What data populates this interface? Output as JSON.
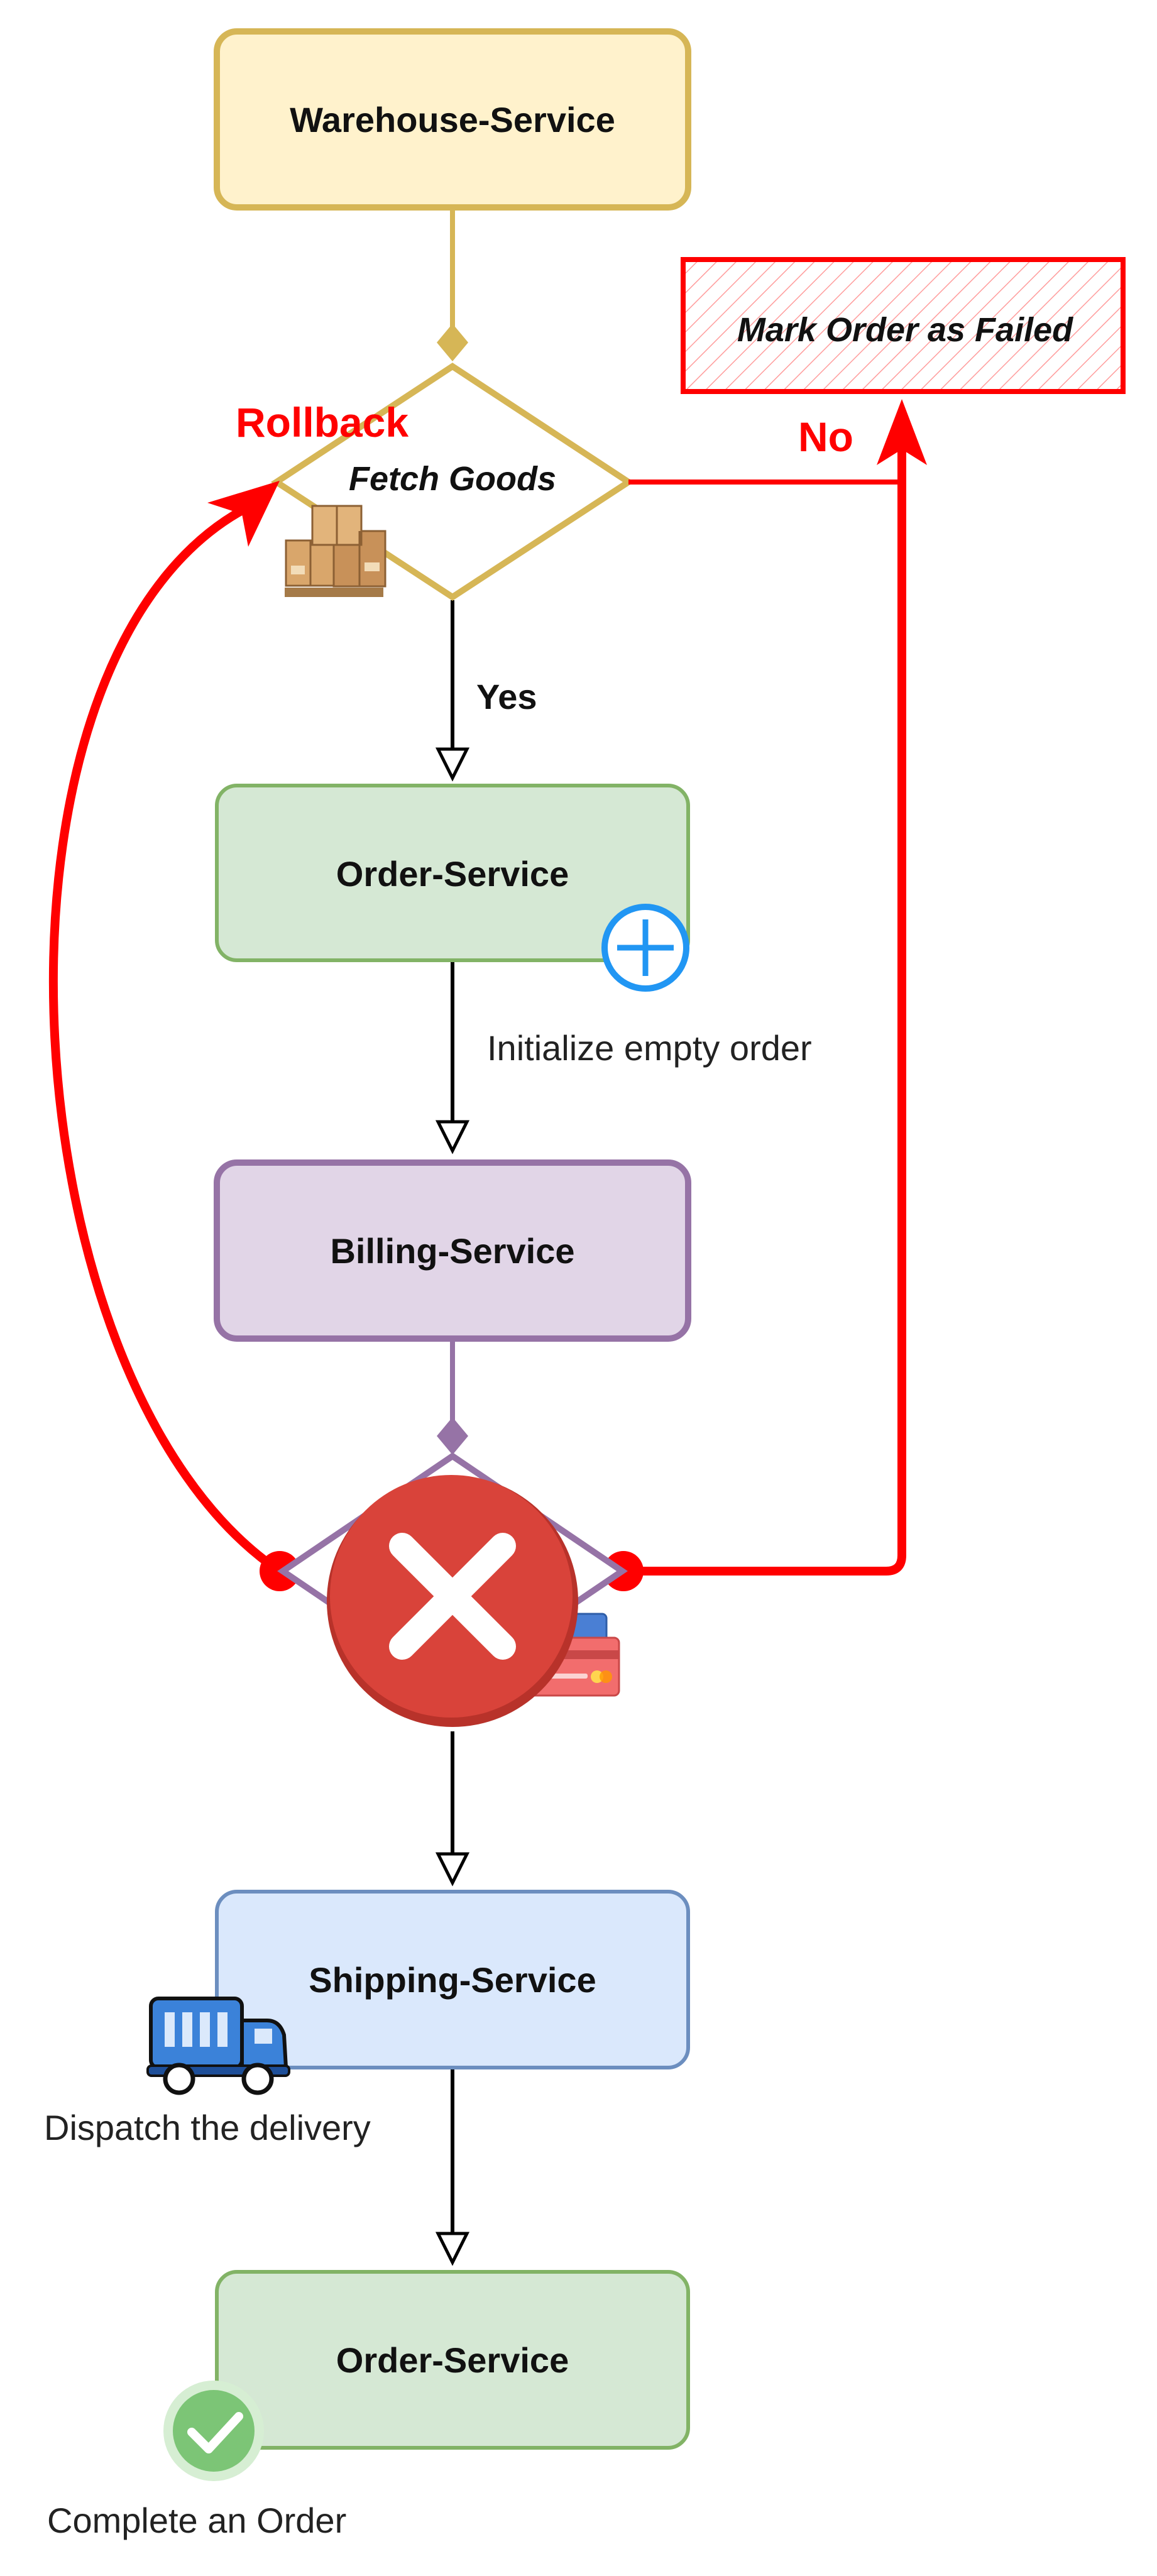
{
  "nodes": {
    "warehouse_service": "Warehouse-Service",
    "fetch_goods": "Fetch Goods",
    "mark_order_failed": "Mark Order as Failed",
    "order_service_1": "Order-Service",
    "billing_service": "Billing-Service",
    "shipping_service": "Shipping-Service",
    "order_service_2": "Order-Service"
  },
  "edges": {
    "yes": "Yes",
    "no": "No",
    "rollback": "Rollback"
  },
  "captions": {
    "initialize_order": "Initialize empty order",
    "dispatch_delivery": "Dispatch the delivery",
    "complete_order": "Complete an Order"
  },
  "colors": {
    "warehouse_fill": "#fff2cc",
    "warehouse_stroke": "#d6b656",
    "order_fill": "#d5e8d4",
    "order_stroke": "#82b366",
    "billing_fill": "#e1d5e7",
    "billing_stroke": "#9673a6",
    "shipping_fill": "#dae8fc",
    "shipping_stroke": "#6c8ebf",
    "failure_red": "#ff0000",
    "error_circle": "#d9433a",
    "plus_blue": "#2196f3",
    "check_green": "#7cc576"
  },
  "icons": {
    "boxes": "boxes-icon",
    "plus": "plus-circle-icon",
    "error": "error-x-icon",
    "credit_card": "credit-card-icon",
    "truck": "delivery-truck-icon",
    "check": "check-circle-icon"
  }
}
